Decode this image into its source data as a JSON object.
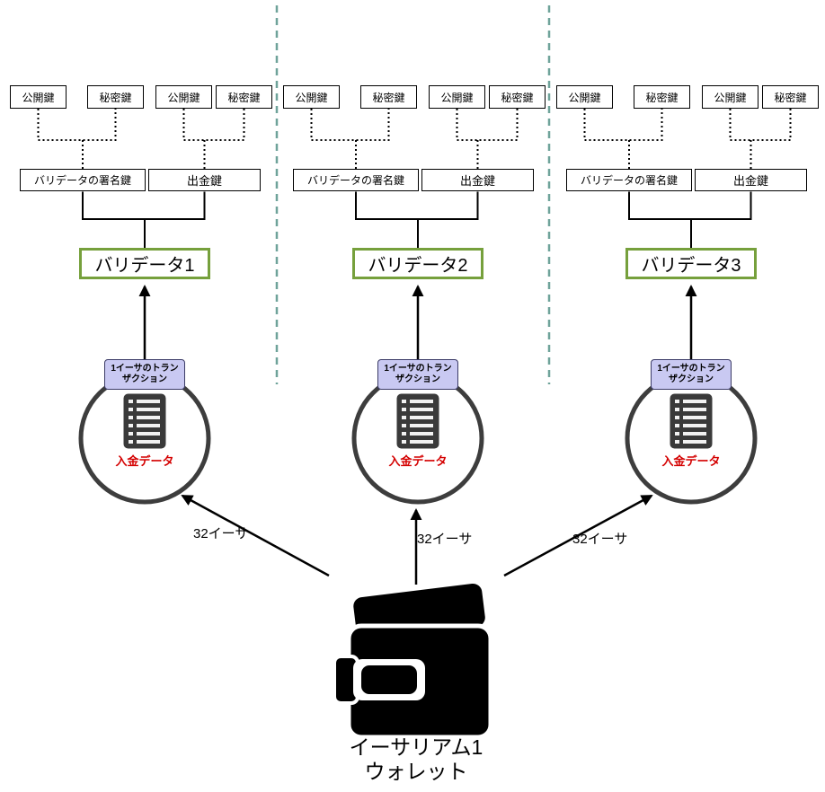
{
  "diagram": {
    "columns": [
      {
        "keys": [
          "公開鍵",
          "秘密鍵",
          "公開鍵",
          "秘密鍵"
        ],
        "signing_key_label": "バリデータの署名鍵",
        "withdrawal_key_label": "出金鍵",
        "validator_label": "バリデータ1",
        "transaction_label_line1": "1イーサのトラン",
        "transaction_label_line2": "ザクション",
        "deposit_data_label": "入金データ",
        "amount_label": "32イーサ"
      },
      {
        "keys": [
          "公開鍵",
          "秘密鍵",
          "公開鍵",
          "秘密鍵"
        ],
        "signing_key_label": "バリデータの署名鍵",
        "withdrawal_key_label": "出金鍵",
        "validator_label": "バリデータ2",
        "transaction_label_line1": "1イーサのトラン",
        "transaction_label_line2": "ザクション",
        "deposit_data_label": "入金データ",
        "amount_label": "32イーサ"
      },
      {
        "keys": [
          "公開鍵",
          "秘密鍵",
          "公開鍵",
          "秘密鍵"
        ],
        "signing_key_label": "バリデータの署名鍵",
        "withdrawal_key_label": "出金鍵",
        "validator_label": "バリデータ3",
        "transaction_label_line1": "1イーサのトラン",
        "transaction_label_line2": "ザクション",
        "deposit_data_label": "入金データ",
        "amount_label": "32イーサ"
      }
    ],
    "wallet": {
      "label_line1": "イーサリアム1",
      "label_line2": "ウォレット"
    },
    "icons": {
      "wallet": "wallet-icon",
      "deposit_document": "deposit-document-icon",
      "arrow": "arrow-icon"
    },
    "colors": {
      "validator_border": "#76a03c",
      "transaction_bg": "#c9c9f2",
      "transaction_border": "#3b3b66",
      "deposit_text": "#d40000",
      "separator": "#6fa39a",
      "circle_stroke": "#3d3d3d",
      "line": "#000000"
    }
  }
}
